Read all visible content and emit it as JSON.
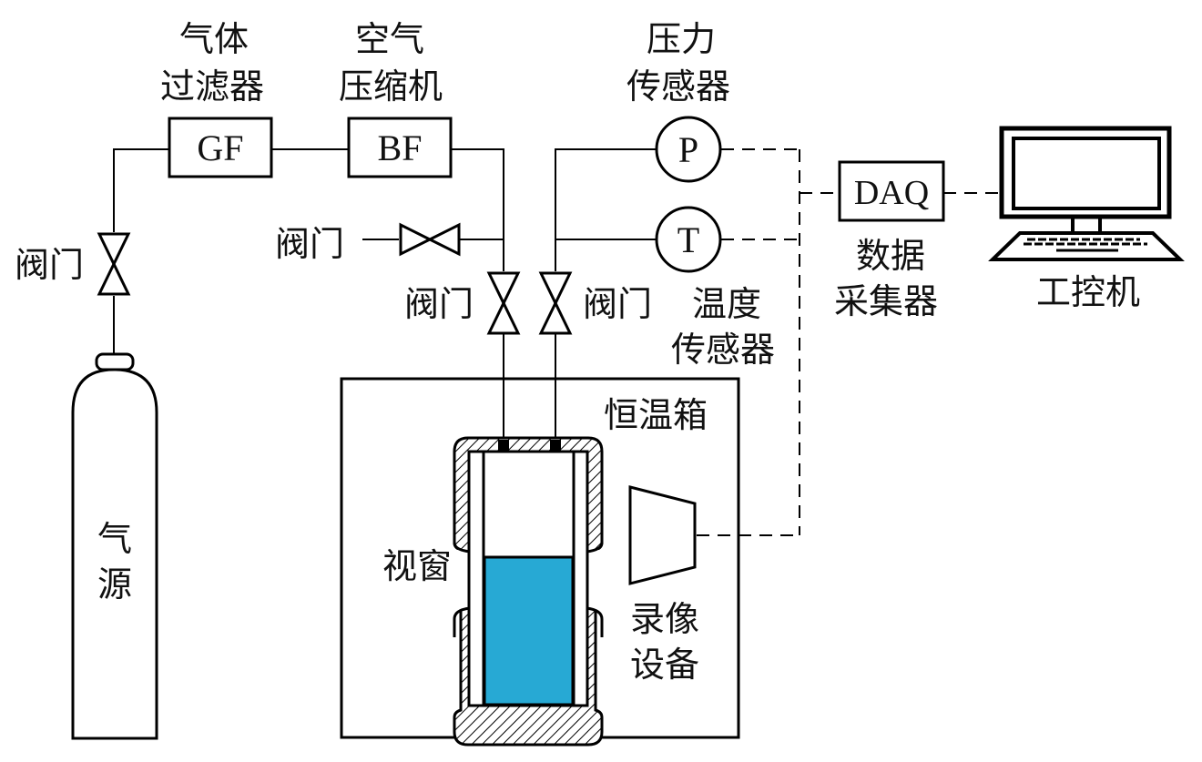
{
  "diagram": {
    "title": "",
    "components": {
      "gas_filter": {
        "label_line1": "气体",
        "label_line2": "过滤器",
        "code": "GF"
      },
      "air_compressor": {
        "label_line1": "空气",
        "label_line2": "压缩机",
        "code": "BF"
      },
      "pressure_sensor": {
        "label_line1": "压力",
        "label_line2": "传感器",
        "code": "P"
      },
      "temperature_sensor": {
        "label_line1": "温度",
        "label_line2": "传感器",
        "code": "T"
      },
      "daq": {
        "label_line1": "数据",
        "label_line2": "采集器",
        "code": "DAQ"
      },
      "computer": {
        "label": "工控机"
      },
      "gas_source": {
        "label_line1": "气",
        "label_line2": "源"
      },
      "thermostat_box": {
        "label": "恒温箱"
      },
      "view_window": {
        "label": "视窗"
      },
      "camera": {
        "label_line1": "录像",
        "label_line2": "设备"
      },
      "valve_left": {
        "label": "阀门"
      },
      "valve_vent": {
        "label": "阀门"
      },
      "valve_inlet": {
        "label": "阀门"
      },
      "valve_sensor": {
        "label": "阀门"
      }
    },
    "colors": {
      "liquid": "#27a9d4",
      "line": "#000000"
    }
  }
}
